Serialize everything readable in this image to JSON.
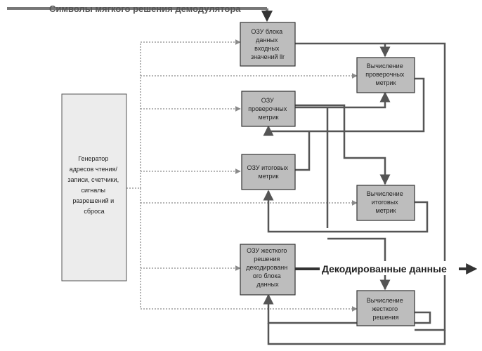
{
  "title": "Символы мягкого решения демодулятора",
  "output_label": "Декодированные данные",
  "colors": {
    "block_fill": "#bdbdbd",
    "block_stroke": "#333333",
    "generator_fill": "#ececec",
    "line": "#555555",
    "dotted": "#8a8a8a",
    "output_text": "#222222"
  },
  "blocks": {
    "generator": [
      "Генератор",
      "адресов чтения/",
      "записи, счетчики,",
      "сигналы",
      "разрешений и",
      "сброса"
    ],
    "input_ram": [
      "ОЗУ блока",
      "данных",
      "входных",
      "значений llr"
    ],
    "check_ram": [
      "ОЗУ",
      "проверочных",
      "метрик"
    ],
    "final_ram": [
      "ОЗУ итоговых",
      "метрик"
    ],
    "hard_ram": [
      "ОЗУ жесткого",
      "решения",
      "декодированн",
      "ого блока",
      "данных"
    ],
    "check_calc": [
      "Вычисление",
      "проверочных",
      "метрик"
    ],
    "final_calc": [
      "Вычисление",
      "итоговых",
      "метрик"
    ],
    "hard_calc": [
      "Вычисление",
      "жесткого",
      "решения"
    ]
  }
}
